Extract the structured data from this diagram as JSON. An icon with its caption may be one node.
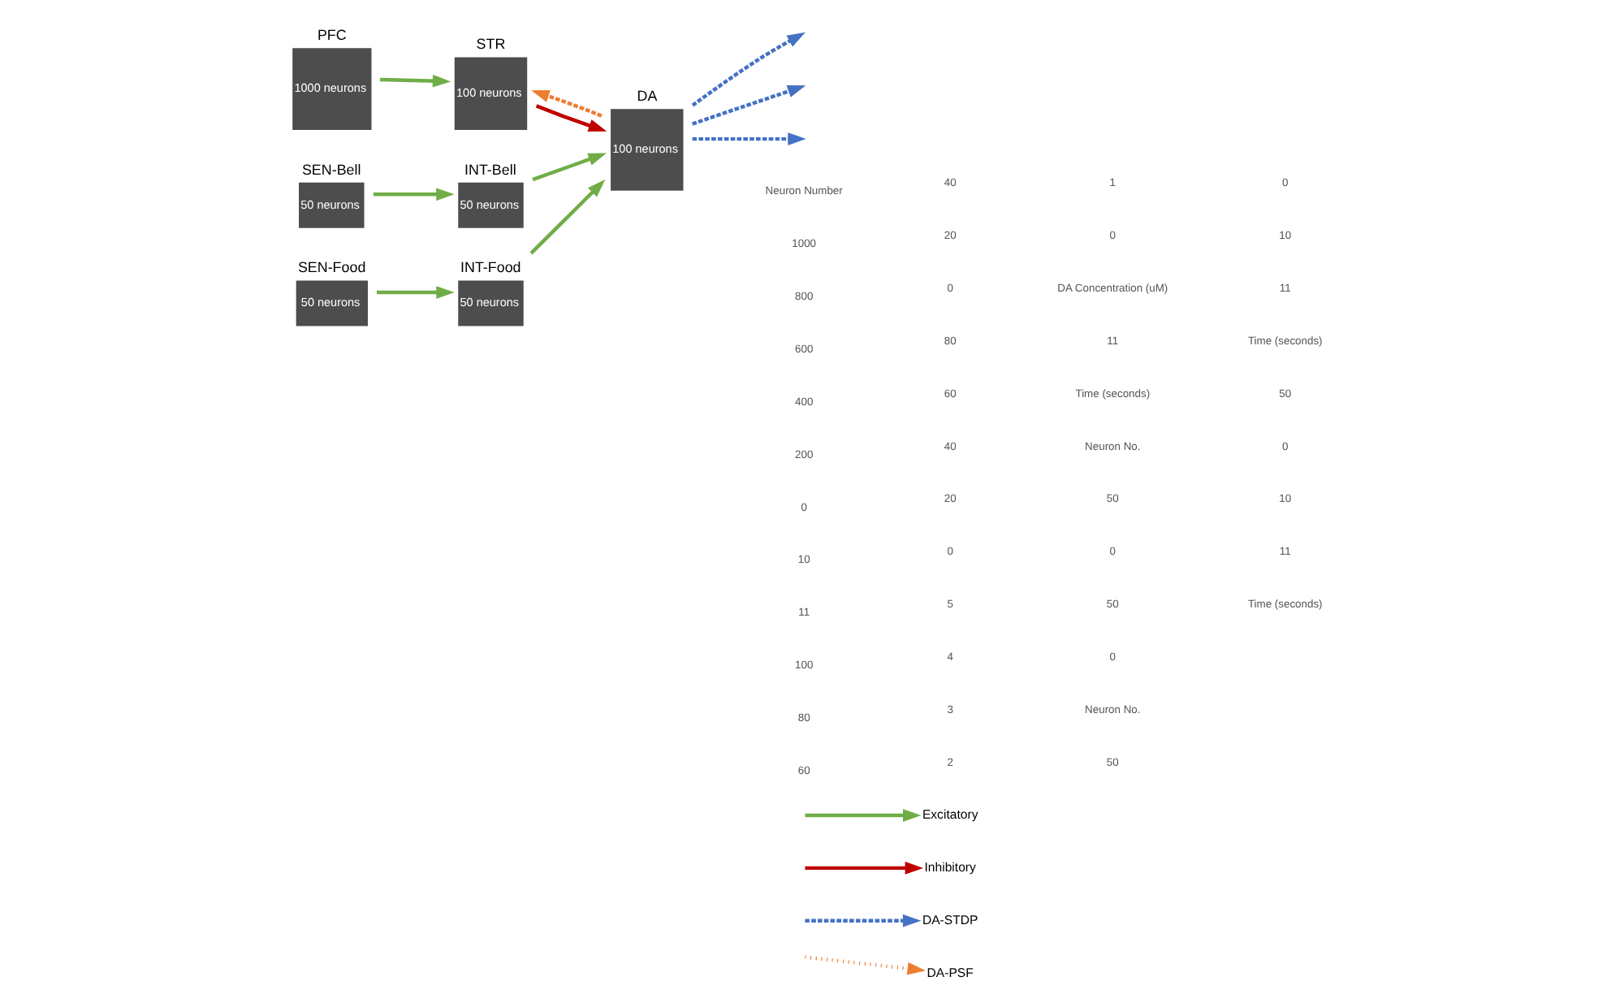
{
  "diagram": {
    "nodes": [
      {
        "text": [
          "PFC",
          "1000 neurons"
        ]
      },
      {
        "text": [
          "STR",
          "100 neurons"
        ]
      },
      {
        "text": [
          "DA",
          "100 neurons"
        ]
      },
      {
        "text": [
          "SEN-Bell",
          "50 neurons"
        ]
      },
      {
        "text": [
          "INT-Bell",
          "50 neurons"
        ]
      },
      {
        "text": [
          "SEN-Food",
          "50 neurons"
        ]
      },
      {
        "text": [
          "INT-Food",
          "50 neurons"
        ]
      }
    ],
    "edges": [
      {
        "from": 0,
        "to": 1,
        "arrow": "to"
      },
      {
        "from": 1,
        "to": 2,
        "arrow": "to",
        "color": "#c00000"
      },
      {
        "from": 2,
        "to": 1,
        "arrow": "to",
        "style": "dashed",
        "color": "#ed7d31"
      },
      {
        "from": 2,
        "to": null,
        "arrow": "to",
        "style": "dashed",
        "color": "#4472c4"
      },
      {
        "from": 2,
        "to": null,
        "arrow": "to",
        "style": "dashed",
        "color": "#4472c4"
      },
      {
        "from": 2,
        "to": null,
        "arrow": "to",
        "style": "dashed",
        "color": "#4472c4"
      },
      {
        "from": 3,
        "to": 4,
        "arrow": "to"
      },
      {
        "from": 4,
        "to": 2,
        "arrow": "to"
      },
      {
        "from": 5,
        "to": 6,
        "arrow": "to"
      },
      {
        "from": 6,
        "to": 2,
        "arrow": "to"
      }
    ],
    "labels": [
      "Neuron Number",
      "1000",
      "800",
      "600",
      "400",
      "200",
      "0",
      "10",
      "11",
      "100",
      "80",
      "60",
      "40",
      "20",
      "0",
      "80",
      "60",
      "40",
      "20",
      "0",
      "5",
      "4",
      "3",
      "2",
      "1",
      "0",
      "DA Concentration (uM)",
      "11",
      "Time (seconds)",
      "Neuron No.",
      "50",
      "0",
      "50",
      "0",
      "Neuron No.",
      "50",
      "0",
      "10",
      "11",
      "Time (seconds)",
      "50",
      "0",
      "10",
      "11",
      "Time (seconds)"
    ],
    "legend": [
      {
        "text": "Excitatory"
      },
      {
        "text": "Inhibitory"
      },
      {
        "text": "DA-STDP"
      },
      {
        "text": "DA-PSF"
      }
    ]
  }
}
